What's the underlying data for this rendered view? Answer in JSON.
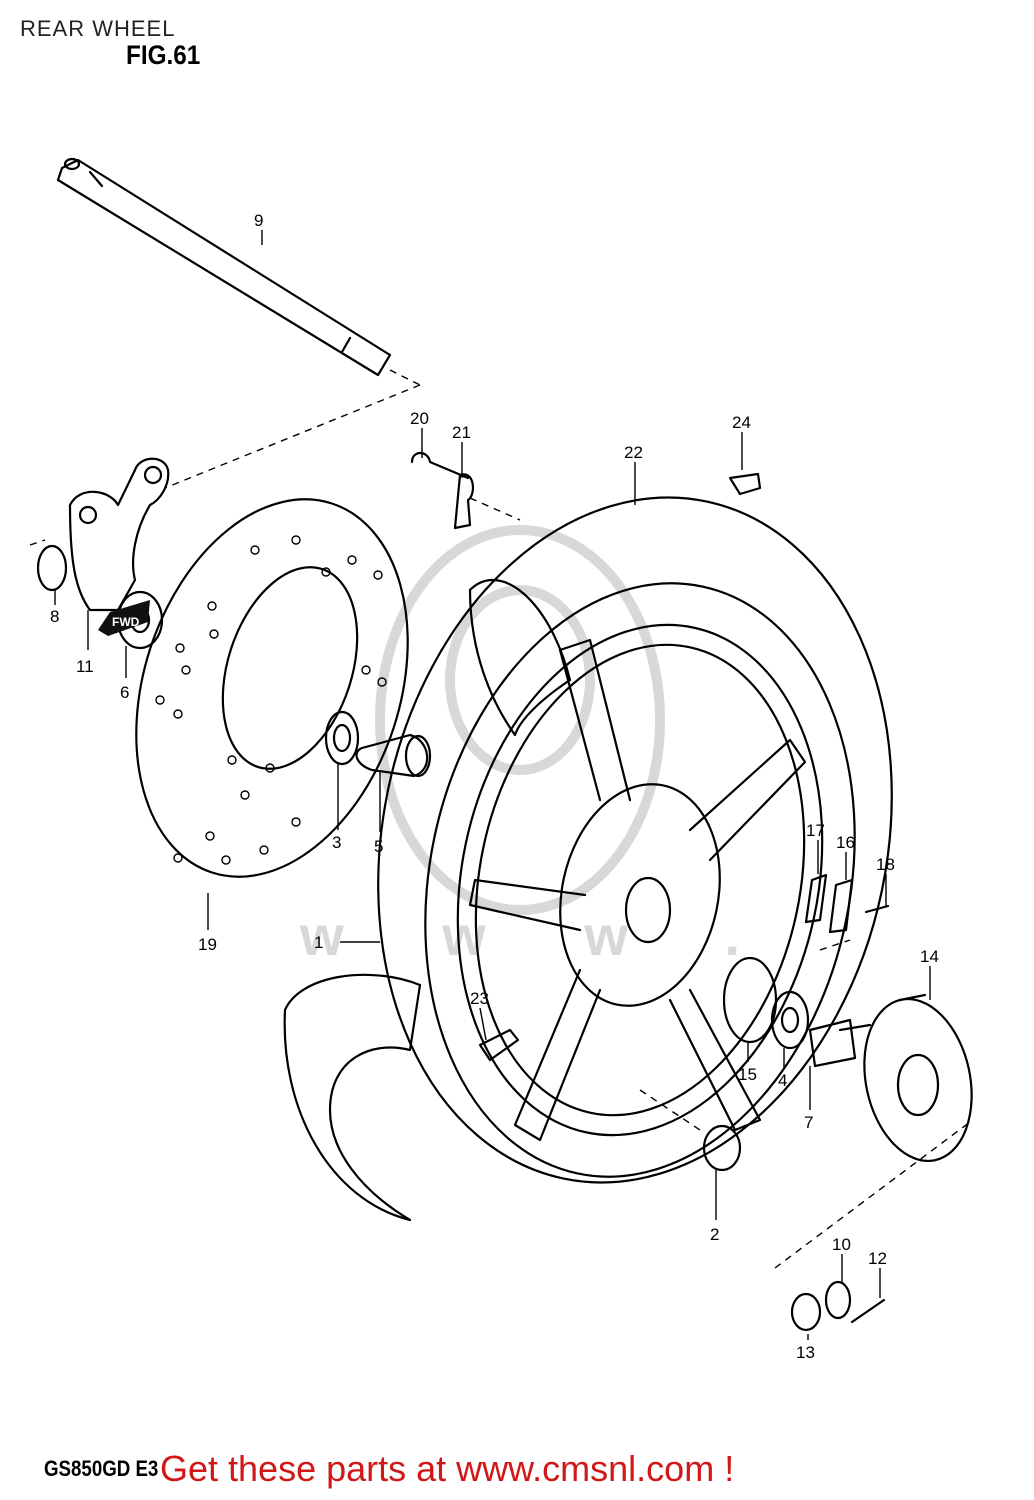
{
  "header": {
    "title": "REAR WHEEL",
    "figure": "FIG.61"
  },
  "footer": {
    "model_code": "GS850GD  E3",
    "promo": "Get these parts at www.cmsnl.com !"
  },
  "direction_badge": "FWD",
  "callouts": [
    {
      "id": "callout-1",
      "label": "1"
    },
    {
      "id": "callout-2",
      "label": "2"
    },
    {
      "id": "callout-3",
      "label": "3"
    },
    {
      "id": "callout-4",
      "label": "4"
    },
    {
      "id": "callout-5",
      "label": "5"
    },
    {
      "id": "callout-6",
      "label": "6"
    },
    {
      "id": "callout-7",
      "label": "7"
    },
    {
      "id": "callout-8",
      "label": "8"
    },
    {
      "id": "callout-9",
      "label": "9"
    },
    {
      "id": "callout-10",
      "label": "10"
    },
    {
      "id": "callout-11",
      "label": "11"
    },
    {
      "id": "callout-12",
      "label": "12"
    },
    {
      "id": "callout-13",
      "label": "13"
    },
    {
      "id": "callout-14",
      "label": "14"
    },
    {
      "id": "callout-15",
      "label": "15"
    },
    {
      "id": "callout-16",
      "label": "16"
    },
    {
      "id": "callout-17",
      "label": "17"
    },
    {
      "id": "callout-18",
      "label": "18"
    },
    {
      "id": "callout-19",
      "label": "19"
    },
    {
      "id": "callout-20",
      "label": "20"
    },
    {
      "id": "callout-21",
      "label": "21"
    },
    {
      "id": "callout-22",
      "label": "22"
    },
    {
      "id": "callout-23",
      "label": "23"
    },
    {
      "id": "callout-24",
      "label": "24"
    }
  ]
}
